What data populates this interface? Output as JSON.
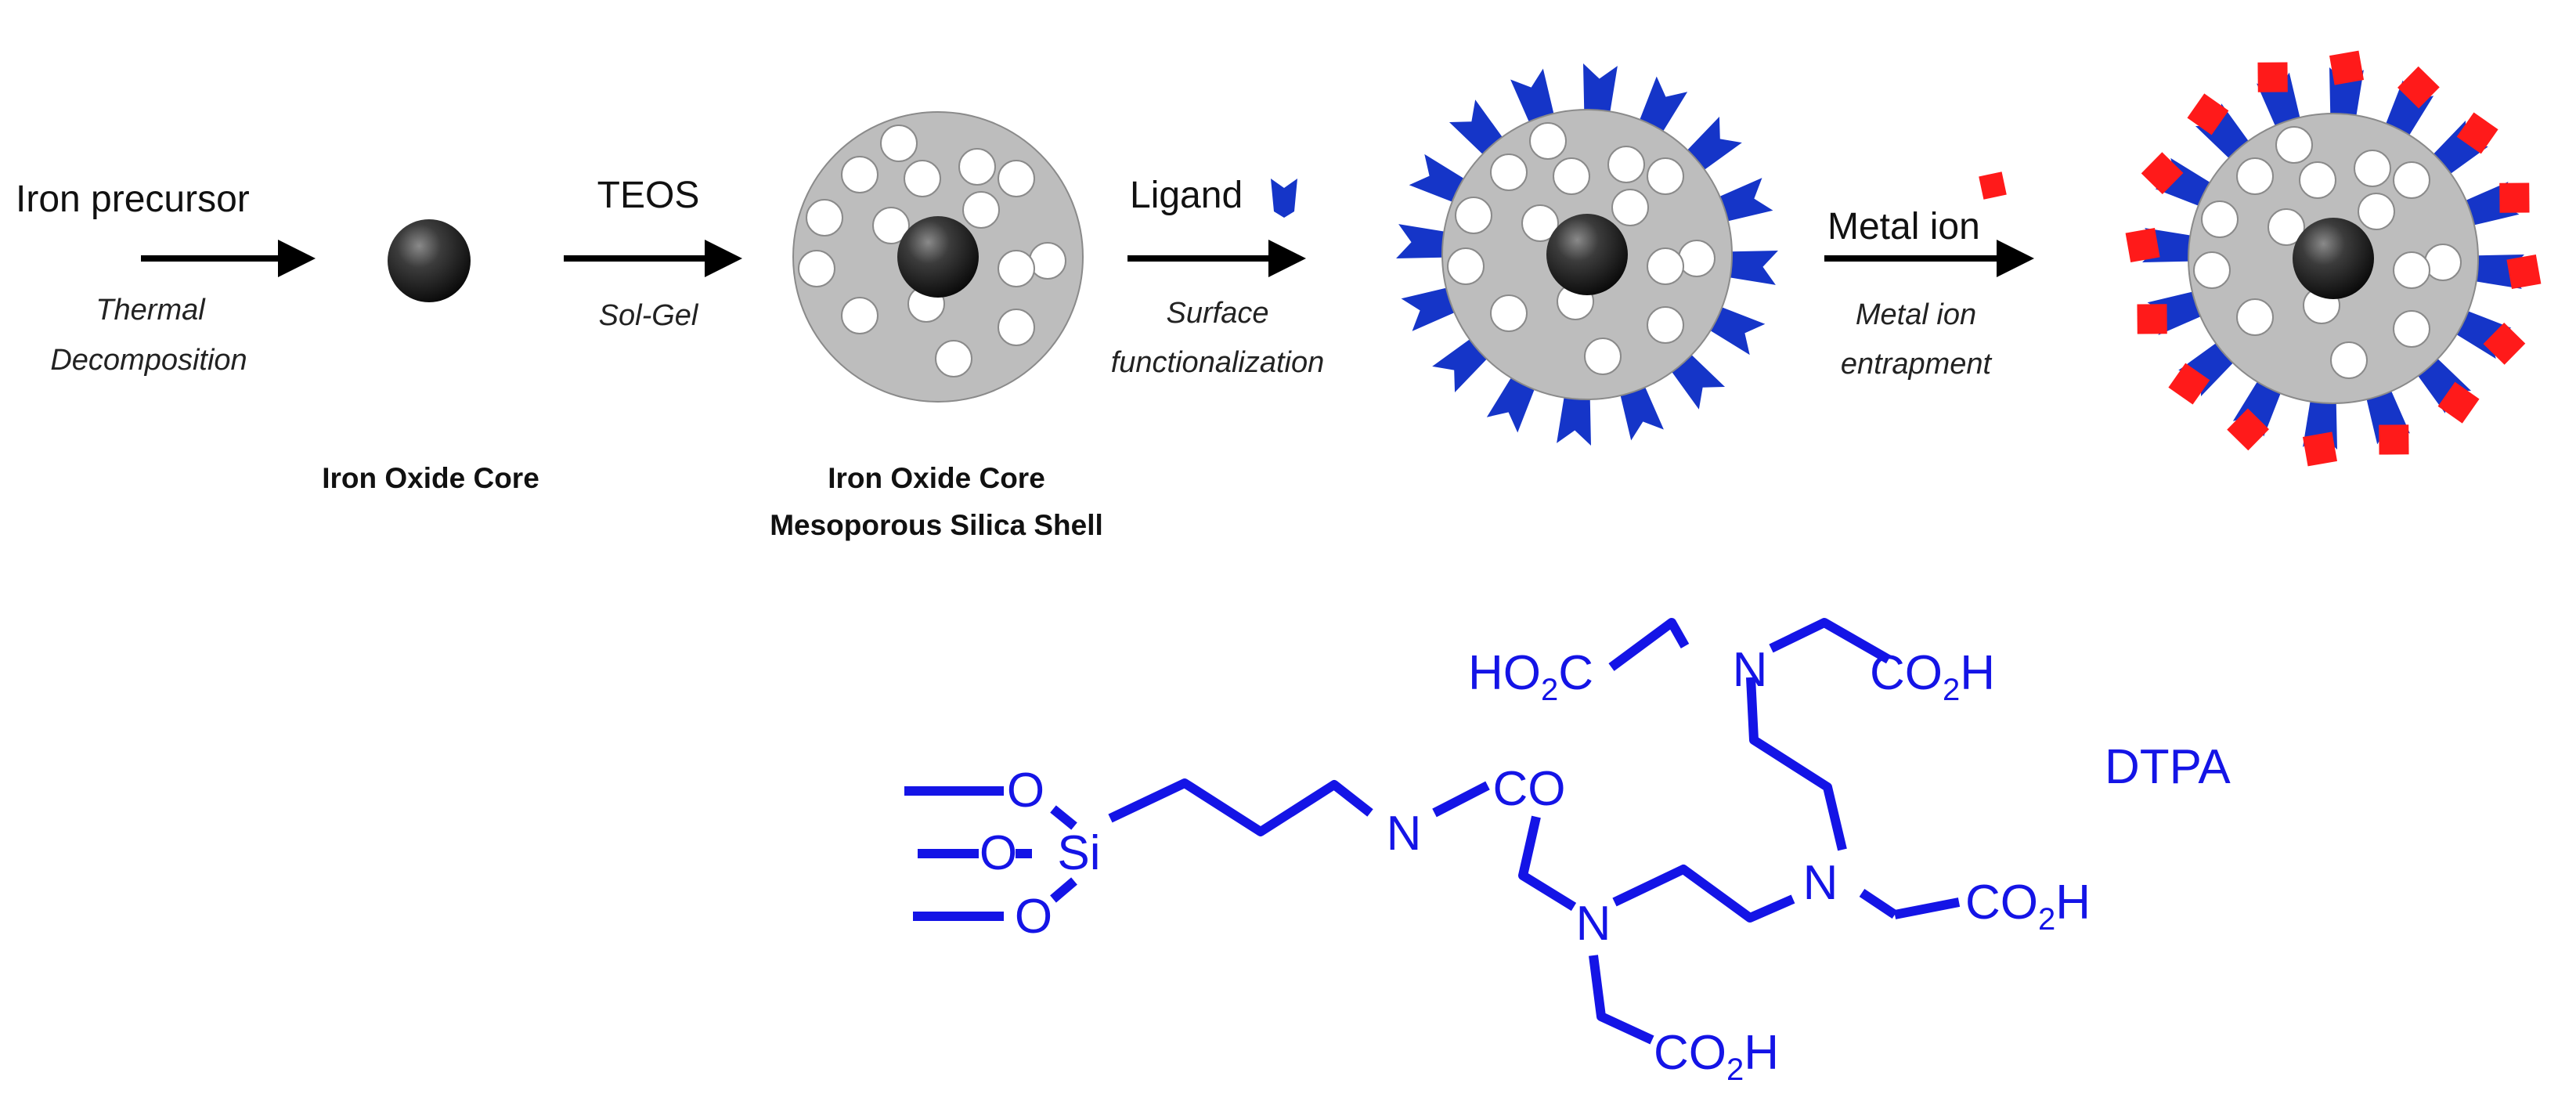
{
  "steps": {
    "s1": {
      "above": "Iron precursor",
      "below1": "Thermal",
      "below2": "Decomposition"
    },
    "s2": {
      "above": "TEOS",
      "below1": "Sol-Gel"
    },
    "s3": {
      "above": "Ligand",
      "below1": "Surface",
      "below2": "functionalization"
    },
    "s4": {
      "above": "Metal ion",
      "below1": "Metal ion",
      "below2": "entrapment"
    }
  },
  "captions": {
    "core": "Iron  Oxide Core",
    "shell1": "Iron  Oxide Core",
    "shell2": "Mesoporous  Silica Shell"
  },
  "molecule": {
    "name": "DTPA",
    "atoms": {
      "O": "O",
      "Si": "Si",
      "N": "N",
      "CO": "CO",
      "C": "C",
      "H": "H",
      "HO": "HO",
      "sub2": "2"
    }
  },
  "colors": {
    "ligand": "#1535c8",
    "metal_ion": "#ff1a1a",
    "shell": "#bdbdbd",
    "chem": "#1414e6"
  }
}
